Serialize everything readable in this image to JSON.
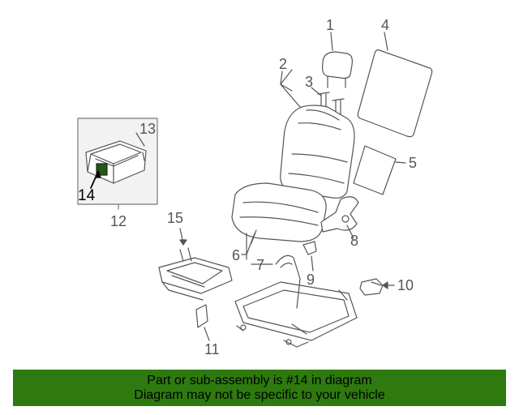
{
  "callouts": {
    "c1": "1",
    "c2": "2",
    "c3": "3",
    "c4": "4",
    "c5": "5",
    "c6": "6",
    "c7": "7",
    "c8": "8",
    "c9": "9",
    "c10": "10",
    "c11": "11",
    "c12": "12",
    "c13": "13",
    "c14": "14",
    "c15": "15"
  },
  "banner": {
    "line1": "Part or sub-assembly is #14 in diagram",
    "line2": "Diagram may not be specific to your vehicle"
  },
  "colors": {
    "banner_bg": "#2e7a0e",
    "highlight_part": "#1f5a10",
    "line": "#555555",
    "inset_bg": "#f2f2f2"
  }
}
